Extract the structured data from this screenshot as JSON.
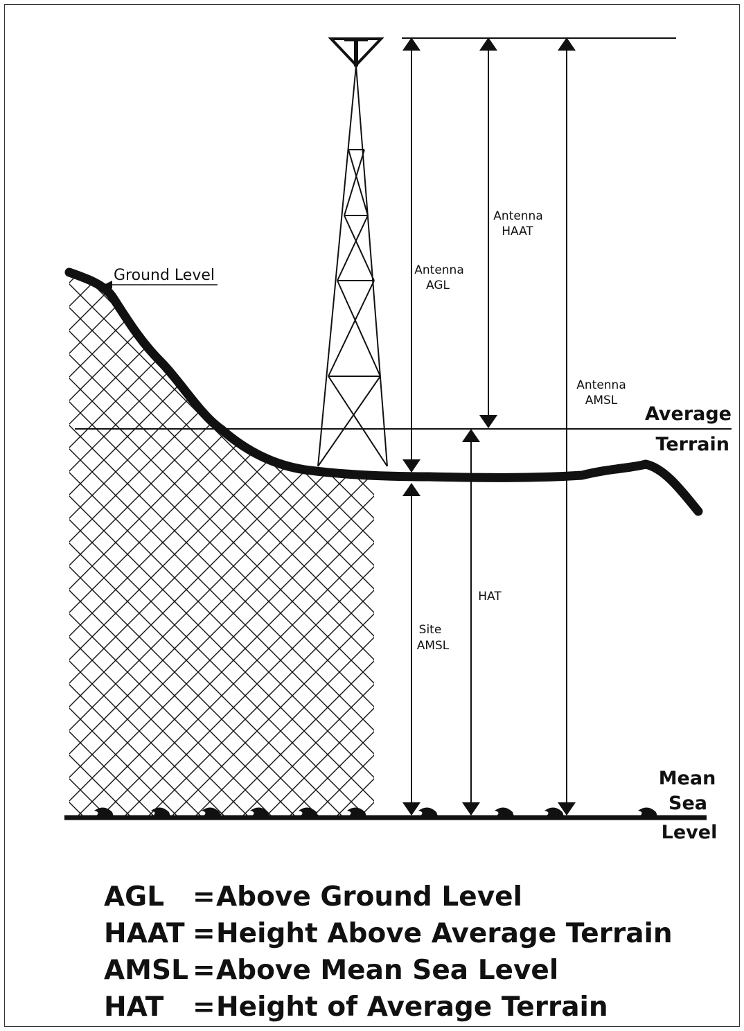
{
  "labels": {
    "ground_level": "Ground Level",
    "antenna_agl": [
      "Antenna",
      "AGL"
    ],
    "antenna_haat": [
      "Antenna",
      "HAAT"
    ],
    "antenna_amsl": [
      "Antenna",
      "AMSL"
    ],
    "average_terrain": [
      "Average",
      "Terrain"
    ],
    "site_amsl": [
      "Site",
      "AMSL"
    ],
    "hat": "HAT",
    "mean_sea_level": [
      "Mean",
      "Sea",
      "Level"
    ]
  },
  "legend": [
    {
      "abbr": "AGL",
      "eq": "=",
      "meaning": "Above Ground Level"
    },
    {
      "abbr": "HAAT",
      "eq": "=",
      "meaning": "Height Above Average Terrain"
    },
    {
      "abbr": "AMSL",
      "eq": "=",
      "meaning": "Above Mean Sea Level"
    },
    {
      "abbr": "HAT",
      "eq": "=",
      "meaning": "Height of Average Terrain"
    }
  ],
  "colors": {
    "ink": "#111111",
    "background": "#ffffff"
  }
}
